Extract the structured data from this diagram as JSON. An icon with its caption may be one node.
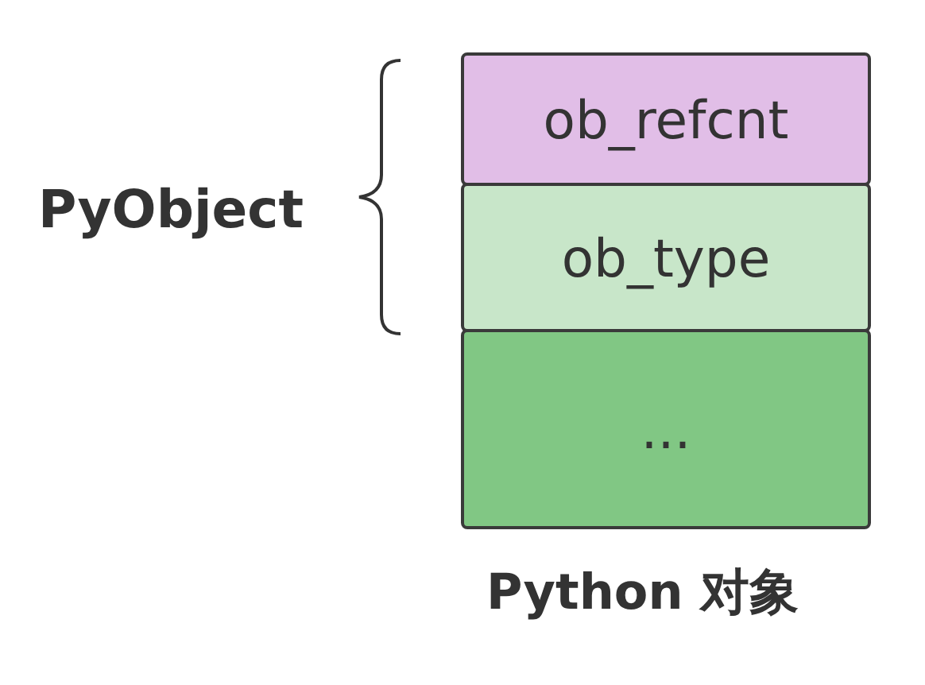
{
  "diagram": {
    "nodes": [
      {
        "text": [
          "ob_refcnt"
        ]
      },
      {
        "text": [
          "ob_type"
        ]
      },
      {
        "text": [
          "..."
        ]
      }
    ],
    "labels": [
      "PyObject",
      "Python 对象"
    ]
  }
}
